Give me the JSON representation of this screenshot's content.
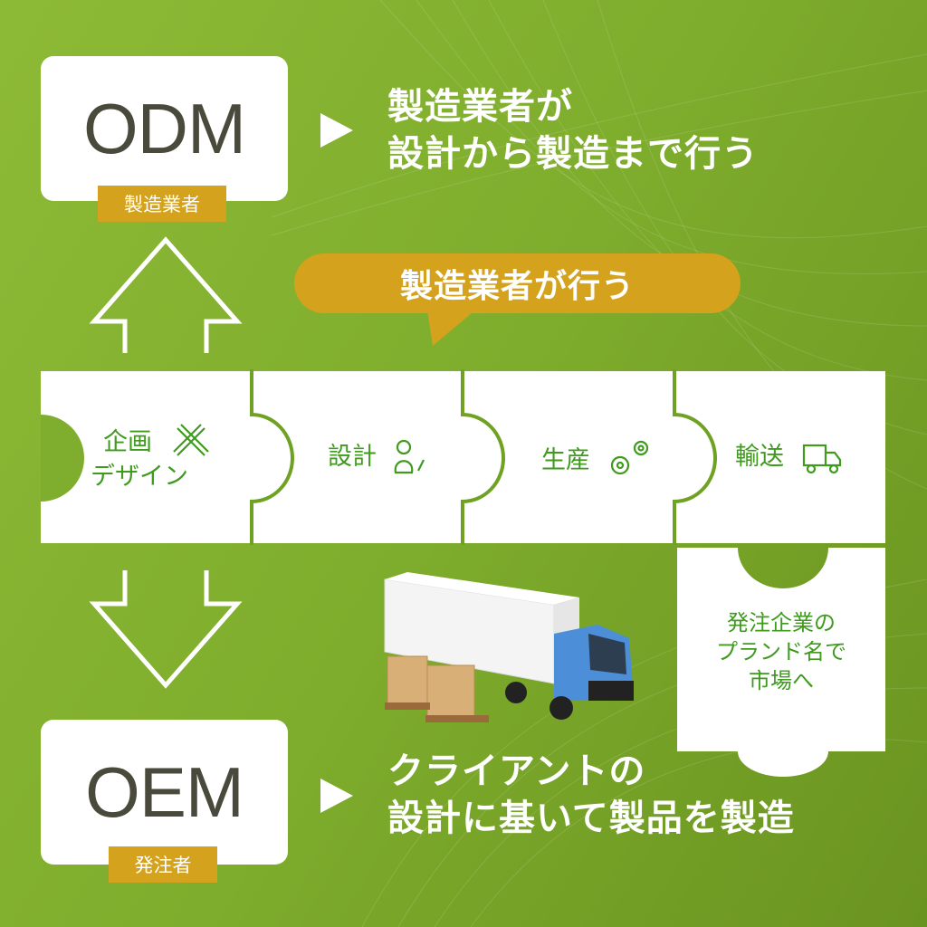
{
  "odm": {
    "title": "ODM",
    "tag": "製造業者",
    "desc_line1": "製造業者が",
    "desc_line2": "設計から製造まで行う"
  },
  "bubble": "製造業者が行う",
  "steps": [
    {
      "label_line1": "企画",
      "label_line2": "デザイン",
      "icon": "pencil-ruler-icon"
    },
    {
      "label": "設計",
      "icon": "designer-icon"
    },
    {
      "label": "生産",
      "icon": "gears-icon"
    },
    {
      "label": "輸送",
      "icon": "truck-icon"
    }
  ],
  "market": {
    "line1": "発注企業の",
    "line2": "プランド名で",
    "line3": "市場へ"
  },
  "oem": {
    "title": "OEM",
    "tag": "発注者",
    "desc_line1": "クライアントの",
    "desc_line2": "設計に基いて製品を製造"
  },
  "colors": {
    "bg": "#7eac2c",
    "gold": "#d4a21c",
    "text_green": "#3f9a1e",
    "dark": "#4a4a3c"
  }
}
